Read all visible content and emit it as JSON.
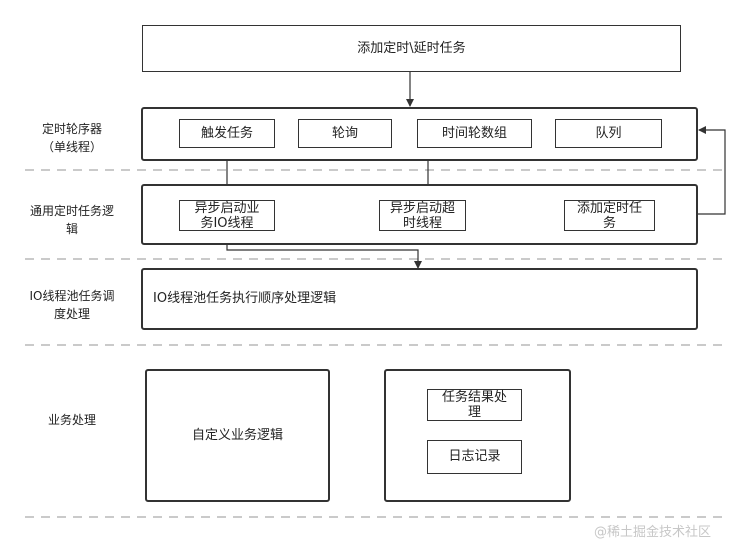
{
  "diagram": {
    "top_box": "添加定时\\延时任务",
    "sections": {
      "timer_wheel": "定时轮序器\n（单线程）",
      "general_logic": "通用定时任务逻\n辑",
      "io_pool": "IO线程池任务调\n度处理",
      "business": "业务处理"
    },
    "row1": {
      "trigger": "触发任务",
      "poll": "轮询",
      "wheel_array": "时间轮数组",
      "queue": "队列"
    },
    "row2": {
      "async_io": "异步启动业\n务IO线程",
      "async_timeout": "异步启动超\n时线程",
      "add_timer": "添加定时任\n务"
    },
    "io_logic": "IO线程池任务执行顺序处理逻辑",
    "custom_logic": "自定义业务逻辑",
    "result_handle": "任务结果处\n理",
    "log_record": "日志记录",
    "watermark": "@稀土掘金技术社区"
  }
}
